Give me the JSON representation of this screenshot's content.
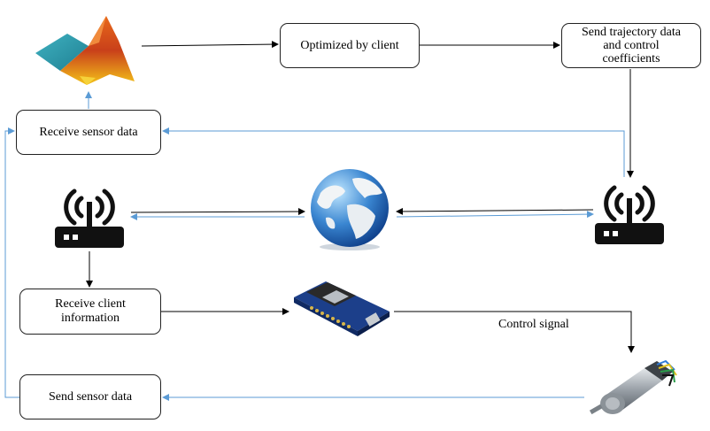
{
  "boxes": {
    "optimized": "Optimized by client",
    "send_trajectory_line1": "Send trajectory data",
    "send_trajectory_line2": "and control",
    "send_trajectory_line3": "coefficients",
    "receive_sensor": "Receive sensor data",
    "receive_client_line1": "Receive client",
    "receive_client_line2": "information",
    "send_sensor": "Send sensor data"
  },
  "labels": {
    "control_signal": "Control signal"
  },
  "icons": {
    "matlab": "matlab-logo-icon",
    "router_left": "wifi-router-icon",
    "router_right": "wifi-router-icon",
    "globe": "globe-icon",
    "esp_board": "esp8266-board-icon",
    "motor": "dc-motor-icon"
  },
  "colors": {
    "black_arrow": "#000000",
    "blue_arrow": "#5b9bd5"
  }
}
